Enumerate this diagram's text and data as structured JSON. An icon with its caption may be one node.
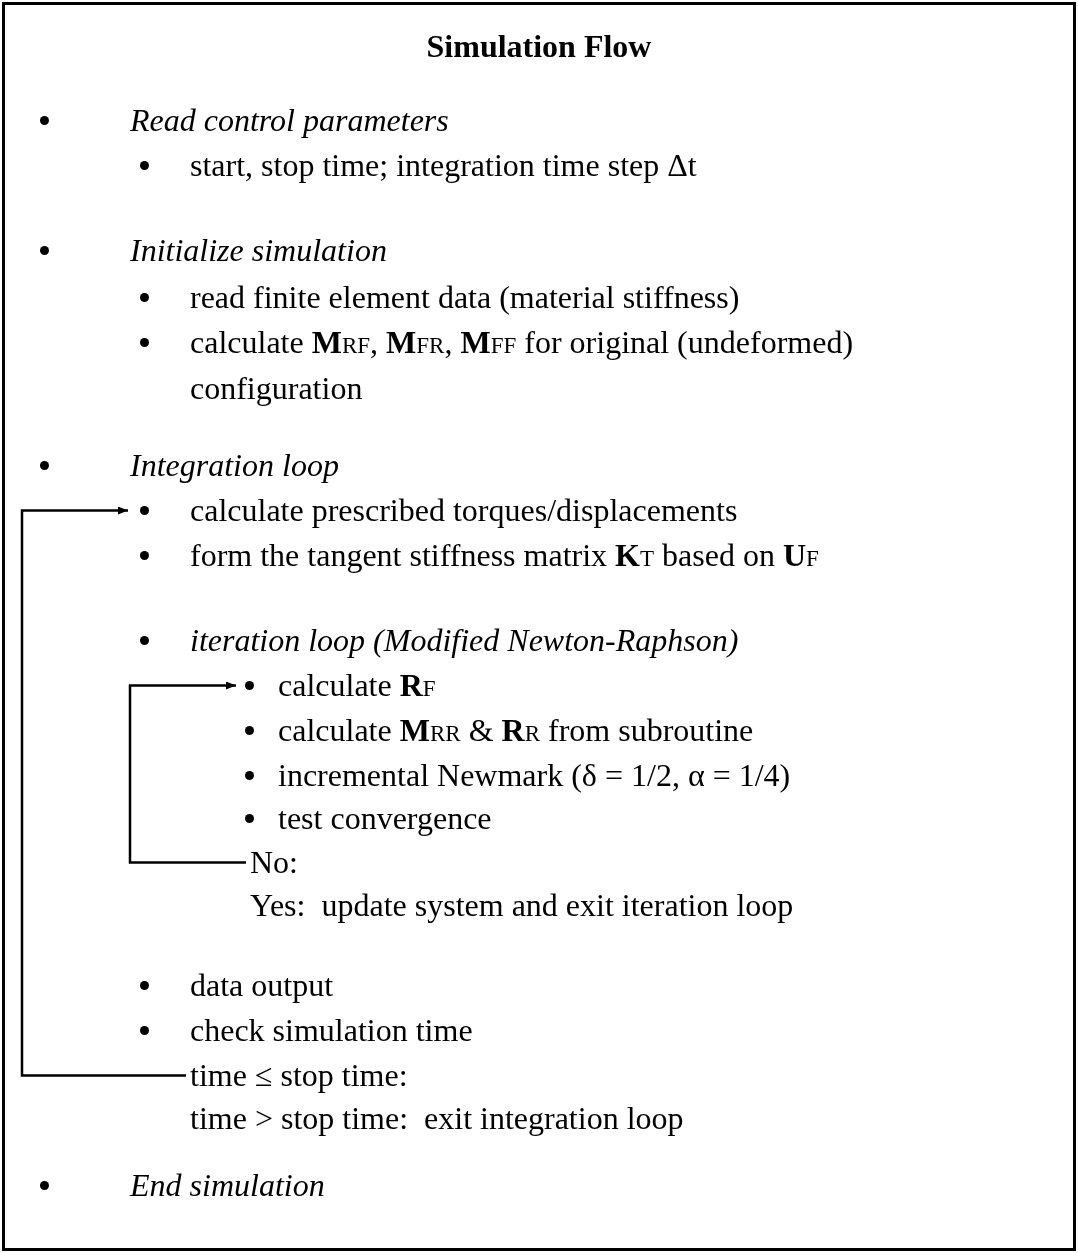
{
  "diagram": {
    "title": "Simulation Flow",
    "nodes": [
      {
        "text": [
          "calculate prescribed torques/displacements"
        ]
      },
      {
        "text": [
          "calculate **R**$_{F}$"
        ]
      },
      {
        "text": [
          "No:"
        ]
      },
      {
        "text": [
          "time ≤ stop time:"
        ]
      }
    ],
    "edges": [
      {
        "from": 2,
        "to": 1,
        "arrow": "to"
      },
      {
        "from": 3,
        "to": 0,
        "arrow": "to"
      }
    ],
    "labels": [
      "Read control parameters",
      "start, stop time; integration time step Δt",
      "Initialize simulation",
      "read finite element data (material stiffness)",
      "calculate **M**$_{RF}$, **M**$_{FR}$, **M**$_{FF}$ for original (undeformed) configuration",
      "Integration loop",
      "form the tangent stiffness matrix **K**$_{T}$ based on **U**$_{F}$",
      "iteration loop (Modified Newton-Raphson)",
      "calculate **M**$_{RR}$ & **R**$_{R}$ from subroutine",
      "incremental Newmark (δ = 1/2, α = 1/4)",
      "test convergence",
      "Yes:  update system and exit iteration loop",
      "data output",
      "check simulation time",
      "time > stop time:  exit integration loop",
      "End simulation"
    ]
  }
}
